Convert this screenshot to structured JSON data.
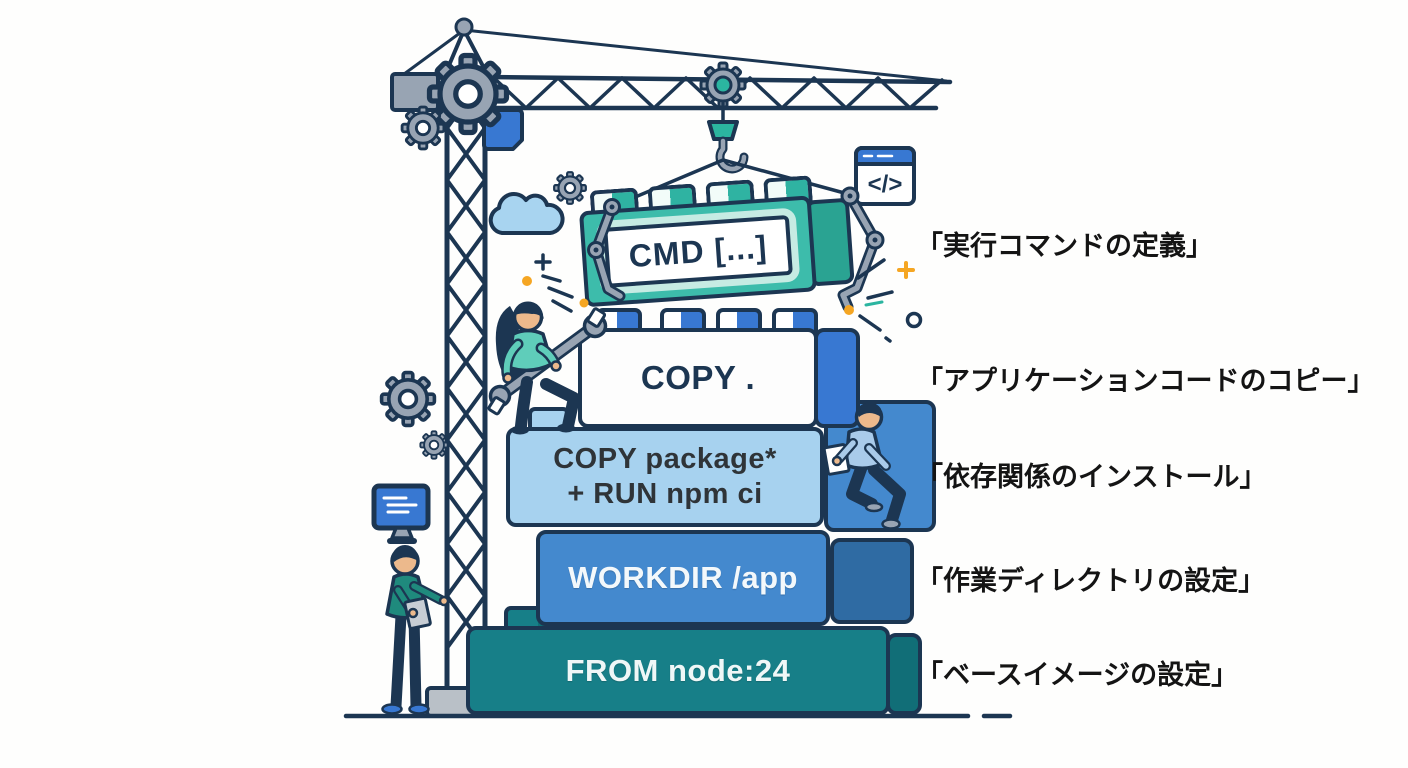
{
  "scene": {
    "description": "Dockerfile instructions shown as toy building blocks stacked by a tower crane, with Japanese annotations",
    "ground_line": true
  },
  "lifted_block": {
    "text": "CMD [...]",
    "annotation": "「実行コマンドの定義」"
  },
  "stack_blocks": [
    {
      "text": "COPY .",
      "annotation": "「アプリケーションコードのコピー」"
    },
    {
      "line1": "COPY package*",
      "line2": "+ RUN npm ci",
      "annotation": "「依存関係のインストール」"
    },
    {
      "text": "WORKDIR /app",
      "annotation": "「作業ディレクトリの設定」"
    },
    {
      "text": "FROM node:24",
      "annotation": "「ベースイメージの設定」"
    }
  ],
  "icons": {
    "code_window_glyph": "</>"
  },
  "colors": {
    "outline_navy": "#1C3652",
    "teal_block": "#3DBCAB",
    "dark_teal_block": "#177F88",
    "medium_blue_block": "#4489CE",
    "light_blue_block": "#A7D2EF",
    "bright_blue": "#3878D2",
    "mint_frame": "#C6EBE3",
    "gear_gray": "#98A4B3",
    "spark_orange": "#F5A623",
    "label_text": "#141414"
  }
}
